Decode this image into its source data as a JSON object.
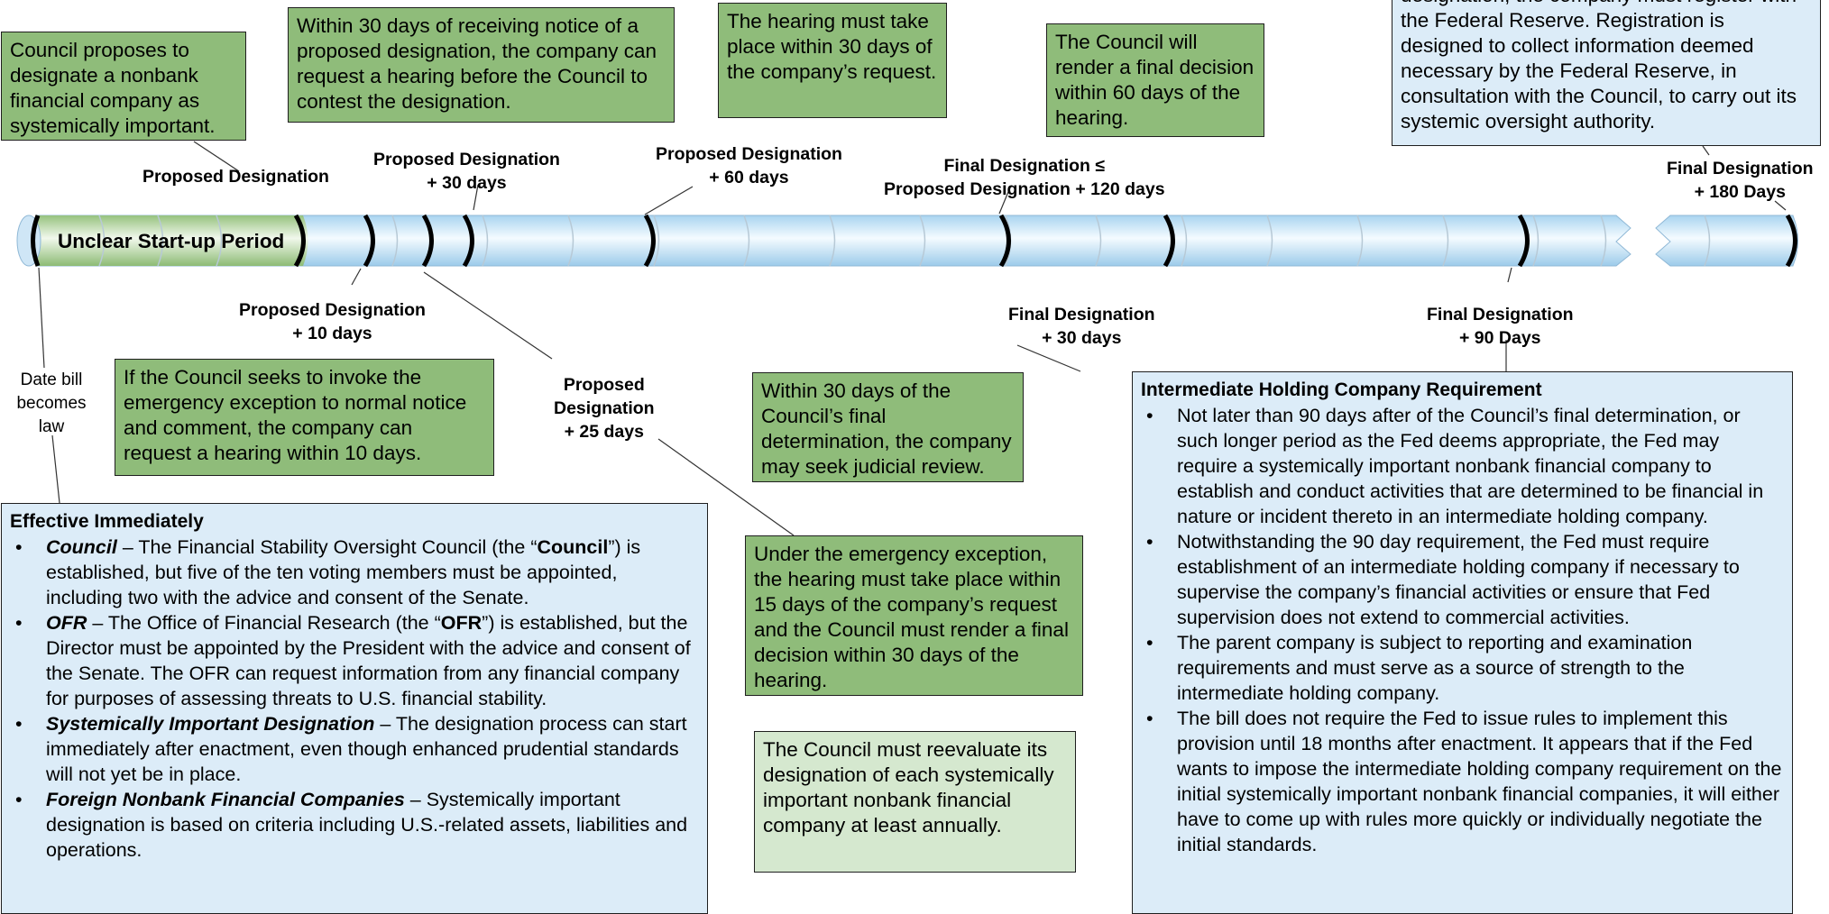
{
  "timeline": {
    "startup_label": "Unclear Start-up Period"
  },
  "labels": {
    "proposed": "Proposed Designation",
    "p10": [
      "Proposed Designation",
      "+ 10 days"
    ],
    "p25": [
      "Proposed",
      "Designation",
      "+ 25 days"
    ],
    "p30": [
      "Proposed Designation",
      "+ 30 days"
    ],
    "p60": [
      "Proposed Designation",
      "+ 60 days"
    ],
    "final120": [
      "Final Designation ≤",
      "Proposed Designation + 120 days"
    ],
    "f30": [
      "Final Designation",
      "+ 30 days"
    ],
    "f90": [
      "Final Designation",
      "+ 90 Days"
    ],
    "f180": [
      "Final Designation",
      "+ 180 Days"
    ],
    "law": [
      "Date bill",
      "becomes",
      "law"
    ]
  },
  "boxes": {
    "council_proposes": "Council proposes to designate a nonbank financial company as systemically important.",
    "hearing_request": "Within 30 days of receiving notice of a proposed designation, the company can request a hearing before the Council to contest the designation.",
    "hearing_60": "The hearing must take place within 30 days of the company’s request.",
    "final_decision": "The Council will render a final decision within 60 days of the hearing.",
    "registration": "designation, the company must register with the Federal Reserve.  Registration is designed to collect information deemed necessary by the Federal Reserve, in consultation with the Council, to carry out its systemic oversight authority.",
    "emergency_10": "If the Council seeks to invoke the emergency exception to normal notice and comment, the company can request a hearing within 10 days.",
    "judicial": "Within 30 days of the Council’s final determination, the company may seek judicial review.",
    "emergency_hearing": "Under the emergency exception, the hearing must take place within 15 days of the company’s request and the Council must render a final decision within 30 days of the hearing.",
    "reevaluate": "The Council must reevaluate its designation of each systemically important nonbank financial company at least annually."
  },
  "effective": {
    "title": "Effective Immediately",
    "items": [
      {
        "term": "Council",
        "rich": true,
        "a": " – The Financial Stability Oversight Council (the “",
        "b": "Council",
        "c": "”) is established, but five of the ten voting members must be appointed, including two with the advice and consent of the Senate."
      },
      {
        "term": "OFR",
        "rich": true,
        "a": " – The Office of Financial Research (the “",
        "b": "OFR",
        "c": "”) is established, but the Director must be appointed by the President with the advice and consent of the Senate.  The OFR can request information from any financial company for purposes of assessing threats to U.S. financial stability."
      },
      {
        "term": "Systemically Important Designation",
        "rich": false,
        "a": " – The designation process can start immediately after enactment, even though enhanced prudential standards will not yet be in place."
      },
      {
        "term": "Foreign Nonbank Financial Companies",
        "rich": false,
        "a": " – Systemically important designation is based on criteria including U.S.-related assets, liabilities and operations."
      }
    ]
  },
  "ihc": {
    "title": "Intermediate Holding Company Requirement",
    "items": [
      "Not later than 90 days after of the Council’s final determination, or such longer period as the Fed deems appropriate, the Fed may require a systemically important nonbank financial company to establish and conduct activities that are determined to be financial in nature or incident thereto in an intermediate holding company.",
      "Notwithstanding the 90 day requirement, the Fed must require establishment of an intermediate holding company if necessary to supervise the company’s financial activities or ensure that Fed supervision does not extend to commercial activities.",
      "The parent company is subject to reporting and examination requirements and must serve as a source of strength to the intermediate holding company.",
      "The bill does not require the Fed to issue rules to implement this provision until 18 months after enactment.  It appears that if the Fed wants to impose the intermediate holding company requirement on the initial systemically important nonbank financial companies, it will either have to come up with rules more quickly or individually negotiate the initial standards."
    ]
  },
  "colors": {
    "green_box": "#8fbc7a",
    "light_green_box": "#d5e8cf",
    "blue_box": "#dcecf8",
    "tube_blue": "#bfe0f4",
    "tube_green": "#a9cf93"
  }
}
